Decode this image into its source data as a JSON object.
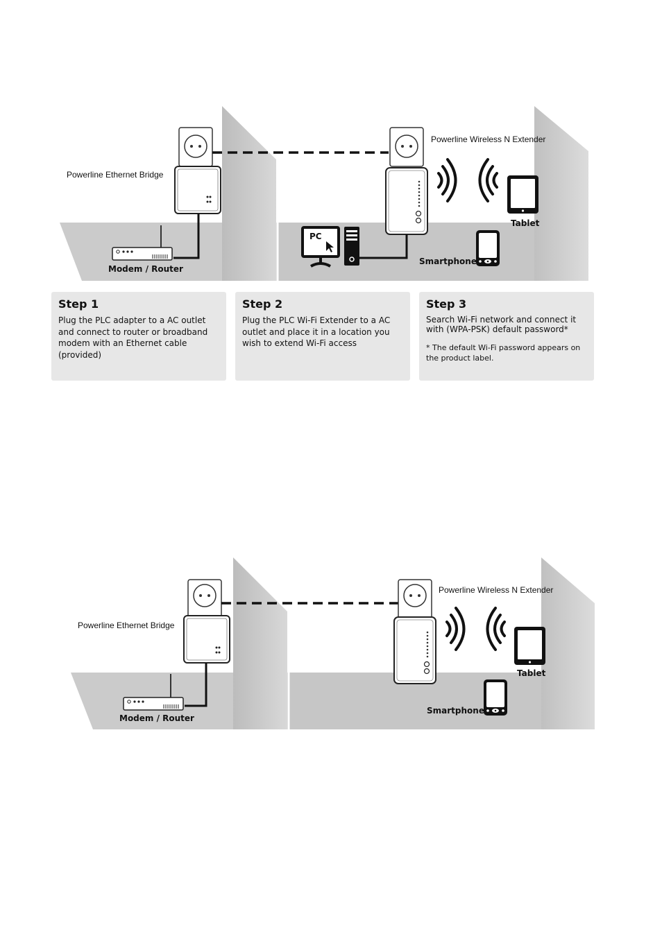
{
  "diagram1": {
    "labels": {
      "bridge": "Powerline Ethernet Bridge",
      "extender": "Powerline Wireless N Extender",
      "modem": "Modem / Router",
      "pc": "PC",
      "tablet": "Tablet",
      "smartphone": "Smartphone"
    }
  },
  "steps": [
    {
      "title": "Step 1",
      "body": "Plug the PLC adapter to a AC outlet and connect to router or broadband modem with an Ethernet cable (provided)"
    },
    {
      "title": "Step 2",
      "body": "Plug the PLC Wi-Fi Extender to a AC outlet and place it in a location you wish to extend Wi-Fi access"
    },
    {
      "title": "Step 3",
      "body": "Search Wi-Fi network and connect it with (WPA-PSK) default password*",
      "note": "* The default Wi-Fi password appears on the product label."
    }
  ],
  "diagram2": {
    "labels": {
      "bridge": "Powerline Ethernet Bridge",
      "extender": "Powerline Wireless N Extender",
      "modem": "Modem / Router",
      "tablet": "Tablet",
      "smartphone": "Smartphone"
    }
  },
  "colors": {
    "floor": "#c8c8c8",
    "wall_light": "#dadada",
    "wall_dark": "#b4b4b4",
    "step_bg": "#e7e7e7"
  }
}
